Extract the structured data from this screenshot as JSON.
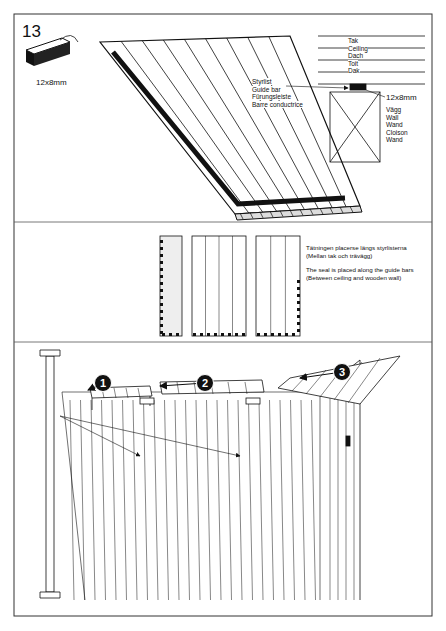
{
  "diagram": {
    "nodes": [
      {
        "text": [
          "1"
        ]
      },
      {
        "text": [
          "2"
        ]
      },
      {
        "text": [
          "3"
        ]
      }
    ],
    "labels": [
      "13",
      "12x8mm",
      "Tak",
      "Ceiling",
      "Dach",
      "Toit",
      "Dak",
      "12x8mm",
      "Styrlist",
      "Guide bar",
      "Fürungsleiste",
      "Barre conductrice",
      "Vägg",
      "Wall",
      "Wand",
      "Cloison",
      "Wand",
      "Tätningen placerse längs styrlisterna",
      "(Mellan tak och trävägg)",
      "The seal is placed along the guide bars",
      "(Between ceiling and wooden wall)"
    ]
  }
}
